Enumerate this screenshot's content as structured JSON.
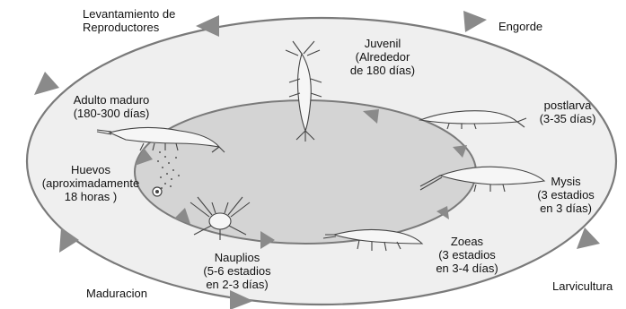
{
  "phases": {
    "levantamiento": [
      "Levantamiento de",
      "Reproductores"
    ],
    "engorde": [
      "Engorde"
    ],
    "maduracion": [
      "Maduracion"
    ],
    "larvicultura": [
      "Larvicultura"
    ]
  },
  "stages": {
    "juvenil": [
      "Juvenil",
      "(Alrededor",
      "de 180 días)"
    ],
    "postlarva": [
      "postlarva",
      "(3-35 días)"
    ],
    "mysis": [
      "Mysis",
      "(3 estadios",
      "en 3 días)"
    ],
    "zoeas": [
      "Zoeas",
      "(3 estadios",
      "en 3-4 días)"
    ],
    "nauplios": [
      "Nauplios",
      "(5-6 estadios",
      "en 2-3 días)"
    ],
    "huevos": [
      "Huevos",
      "(aproximadamente",
      "18 horas )"
    ],
    "adulto": [
      "Adulto maduro",
      "(180-300 días)"
    ]
  },
  "colors": {
    "outer_fill": "#efefef",
    "inner_fill": "#d4d4d4",
    "stroke": "#7a7a7a",
    "arrow": "#8a8a8a",
    "animal": "#444444"
  }
}
